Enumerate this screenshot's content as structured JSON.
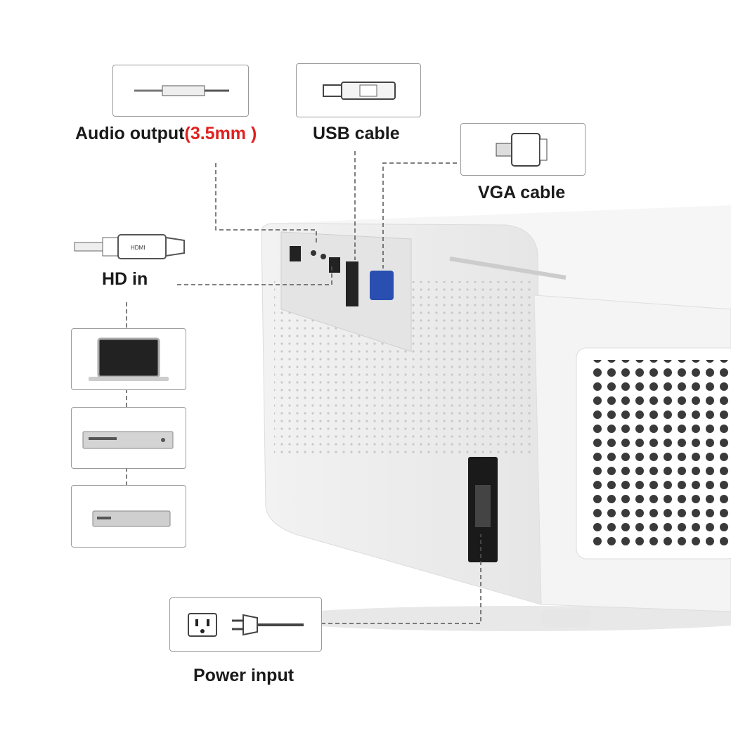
{
  "labels": {
    "audio_output": "Audio output",
    "audio_spec": "(3.5mm )",
    "usb": "USB cable",
    "vga": "VGA cable",
    "hd_in": "HD in",
    "power": "Power input"
  },
  "hdmi_plug_text": "HDMI",
  "colors": {
    "accent_red": "#e02020",
    "vga_port": "#2a4fb0",
    "line": "#555555"
  },
  "icons": [
    "audio-jack-icon",
    "usb-stick-icon",
    "vga-connector-icon",
    "hdmi-plug-icon",
    "laptop-icon",
    "dvd-player-icon",
    "set-top-box-icon",
    "power-outlet-icon",
    "power-plug-icon"
  ]
}
